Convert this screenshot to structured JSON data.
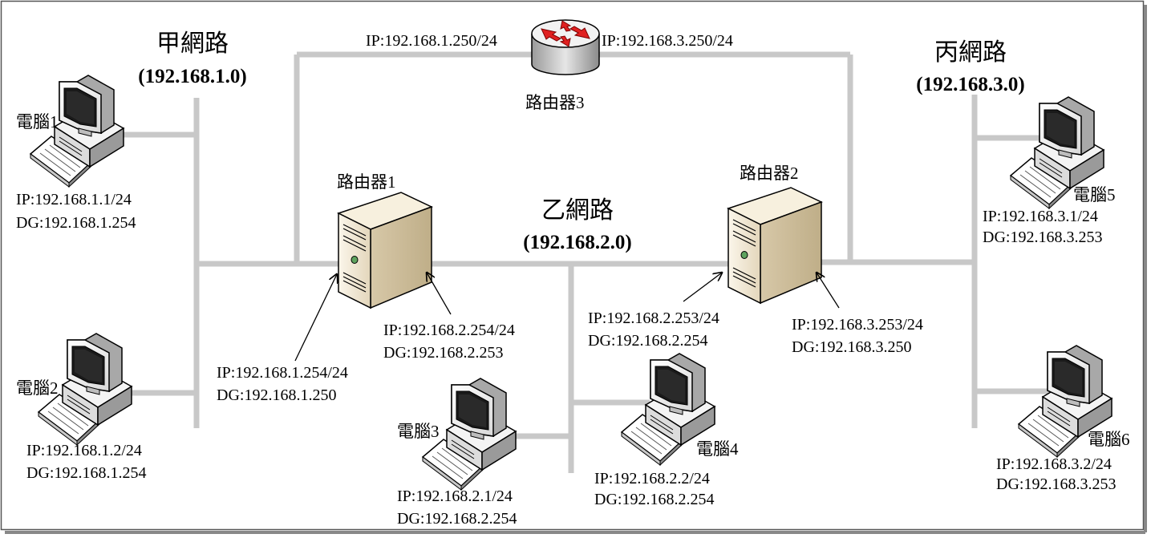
{
  "networks": [
    {
      "name": "甲網路",
      "address": "(192.168.1.0)"
    },
    {
      "name": "乙網路",
      "address": "(192.168.2.0)"
    },
    {
      "name": "丙網路",
      "address": "(192.168.3.0)"
    }
  ],
  "routers": [
    {
      "name": "路由器1",
      "ip_left": "IP:192.168.1.254/24",
      "dg_left": "DG:192.168.1.250",
      "ip_right": "IP:192.168.2.254/24",
      "dg_right": "DG:192.168.2.253"
    },
    {
      "name": "路由器2",
      "ip_left": "IP:192.168.2.253/24",
      "dg_left": "DG:192.168.2.254",
      "ip_right": "IP:192.168.3.253/24",
      "dg_right": "DG:192.168.3.250"
    },
    {
      "name": "路由器3",
      "ip_left": "IP:192.168.1.250/24",
      "ip_right": "IP:192.168.3.250/24"
    }
  ],
  "computers": [
    {
      "name": "電腦1",
      "ip": "IP:192.168.1.1/24",
      "dg": "DG:192.168.1.254"
    },
    {
      "name": "電腦2",
      "ip": "IP:192.168.1.2/24",
      "dg": "DG:192.168.1.254"
    },
    {
      "name": "電腦3",
      "ip": "IP:192.168.2.1/24",
      "dg": "DG:192.168.2.254"
    },
    {
      "name": "電腦4",
      "ip": "IP:192.168.2.2/24",
      "dg": "DG:192.168.2.254"
    },
    {
      "name": "電腦5",
      "ip": "IP:192.168.3.1/24",
      "dg": "DG:192.168.3.253"
    },
    {
      "name": "電腦6",
      "ip": "IP:192.168.3.2/24",
      "dg": "DG:192.168.3.253"
    }
  ],
  "colors": {
    "cable": "#c8c8c8",
    "router_body": "#e8dcc4",
    "router_arrow": "#e02020"
  }
}
